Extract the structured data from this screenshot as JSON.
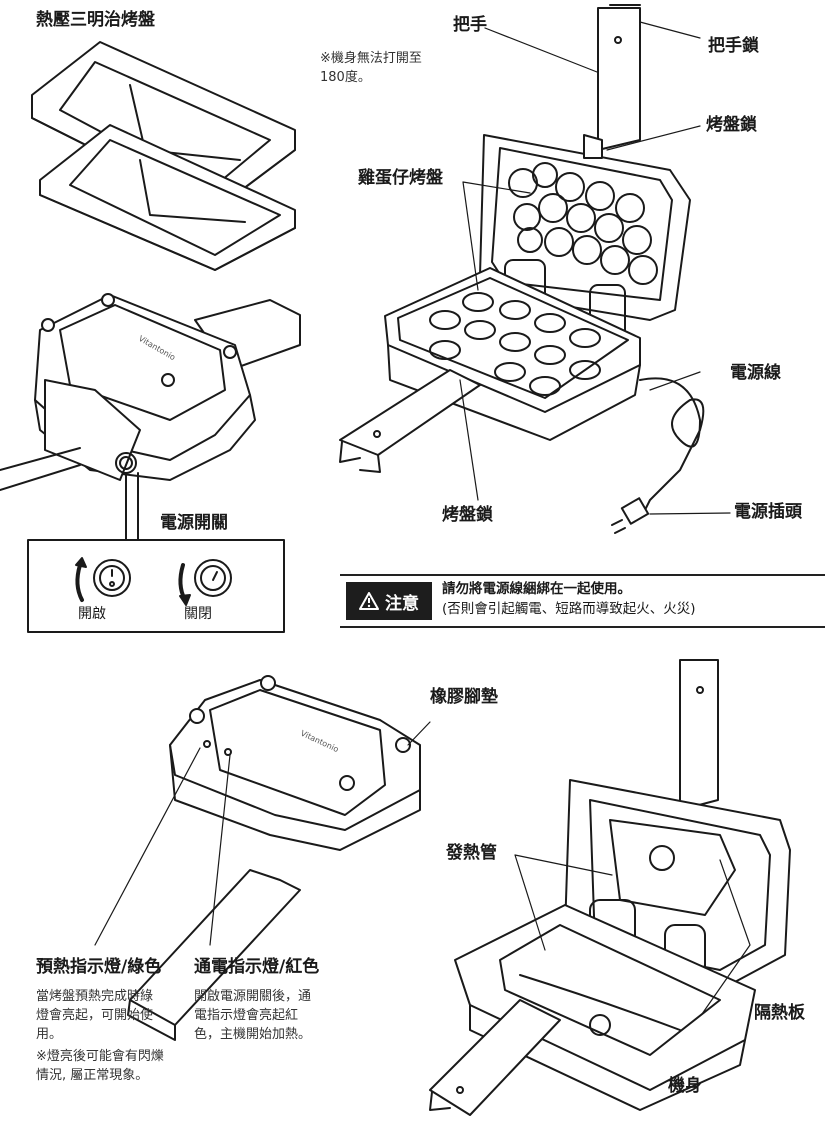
{
  "labels": {
    "sandwich_plate": "熱壓三明治烤盤",
    "handle": "把手",
    "handle_lock": "把手鎖",
    "plate_lock_top": "烤盤鎖",
    "egg_plate": "雞蛋仔烤盤",
    "power_cord": "電源線",
    "plug": "電源插頭",
    "plate_lock_bottom": "烤盤鎖",
    "power_switch": "電源開關",
    "switch_on": "開啟",
    "switch_off": "關閉",
    "rubber_feet": "橡膠腳墊",
    "heating_tube": "發熱管",
    "heat_shield": "隔熱板",
    "body": "機身",
    "preheat_light": "預熱指示燈/綠色",
    "power_light": "通電指示燈/紅色"
  },
  "notes": {
    "open_angle": "※機身無法打開至180度。",
    "preheat_desc": "當烤盤預熱完成時綠燈會亮起，可開始使用。",
    "preheat_flicker": "※燈亮後可能會有閃爍情況, 屬正常現象。",
    "power_desc": "開啟電源開關後，通電指示燈會亮起紅色，主機開始加熱。"
  },
  "caution": {
    "badge": "注意",
    "line1": "請勿將電源線綑綁在一起使用。",
    "line2": "(否則會引起觸電、短路而導致起火、火災)"
  },
  "brand": "Vitantonio",
  "icons": [
    "warning-icon",
    "switch-on-icon",
    "switch-off-icon"
  ]
}
